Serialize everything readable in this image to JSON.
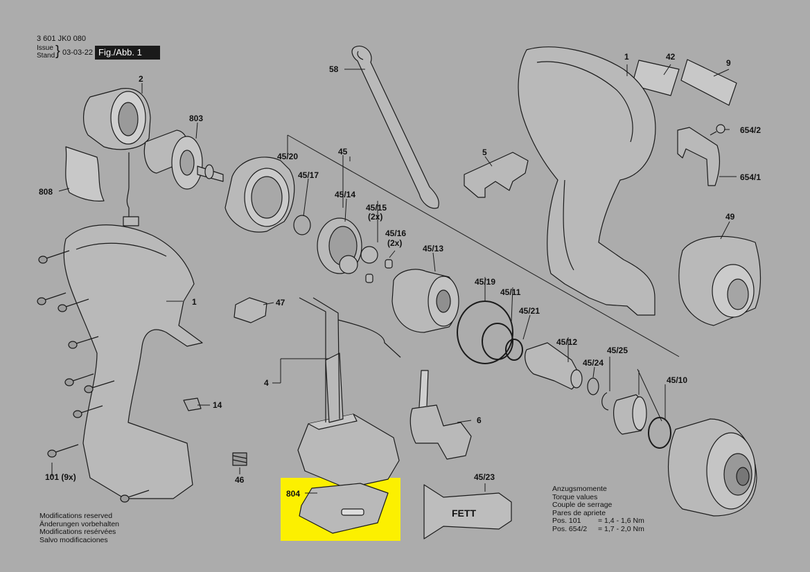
{
  "header": {
    "part_number": "3 601 JK0 080",
    "issue_label": "Issue",
    "stand_label": "Stand",
    "date": "03-03-22",
    "figure": "Fig./Abb. 1"
  },
  "callouts": {
    "c1_top": "1",
    "c42": "42",
    "c9": "9",
    "c58": "58",
    "c2": "2",
    "c803": "803",
    "c808": "808",
    "c45_20": "45/20",
    "c45": "45",
    "c45_17": "45/17",
    "c45_14": "45/14",
    "c45_15": "45/15",
    "c45_15_qty": "(2x)",
    "c45_16": "45/16",
    "c45_16_qty": "(2x)",
    "c45_13": "45/13",
    "c5": "5",
    "c654_2": "654/2",
    "c654_1": "654/1",
    "c49": "49",
    "c1_left": "1",
    "c47": "47",
    "c45_19": "45/19",
    "c45_11": "45/11",
    "c45_21": "45/21",
    "c45_12": "45/12",
    "c45_24": "45/24",
    "c45_25": "45/25",
    "c45_10": "45/10",
    "c4": "4",
    "c14": "14",
    "c6": "6",
    "c46": "46",
    "c101": "101 (9x)",
    "c804": "804",
    "c45_23": "45/23",
    "fett": "FETT"
  },
  "modifications": [
    "Modifications reserved",
    "Änderungen vorbehalten",
    "Modifications resérvées",
    "Salvo modificaciones"
  ],
  "torque": {
    "titles": [
      "Anzugsmomente",
      "Torque values",
      "Couple de serrage",
      "Pares de apriete"
    ],
    "rows": [
      {
        "pos": "Pos. 101",
        "value": "= 1,4 - 1,6 Nm"
      },
      {
        "pos": "Pos. 654/2",
        "value": "= 1,7 - 2,0 Nm"
      }
    ]
  },
  "colors": {
    "background": "#acacac",
    "highlight": "#fcf000",
    "line": "#1a1a1a",
    "part_fill": "#b9b9b9",
    "badge": "#1a1a1a"
  }
}
